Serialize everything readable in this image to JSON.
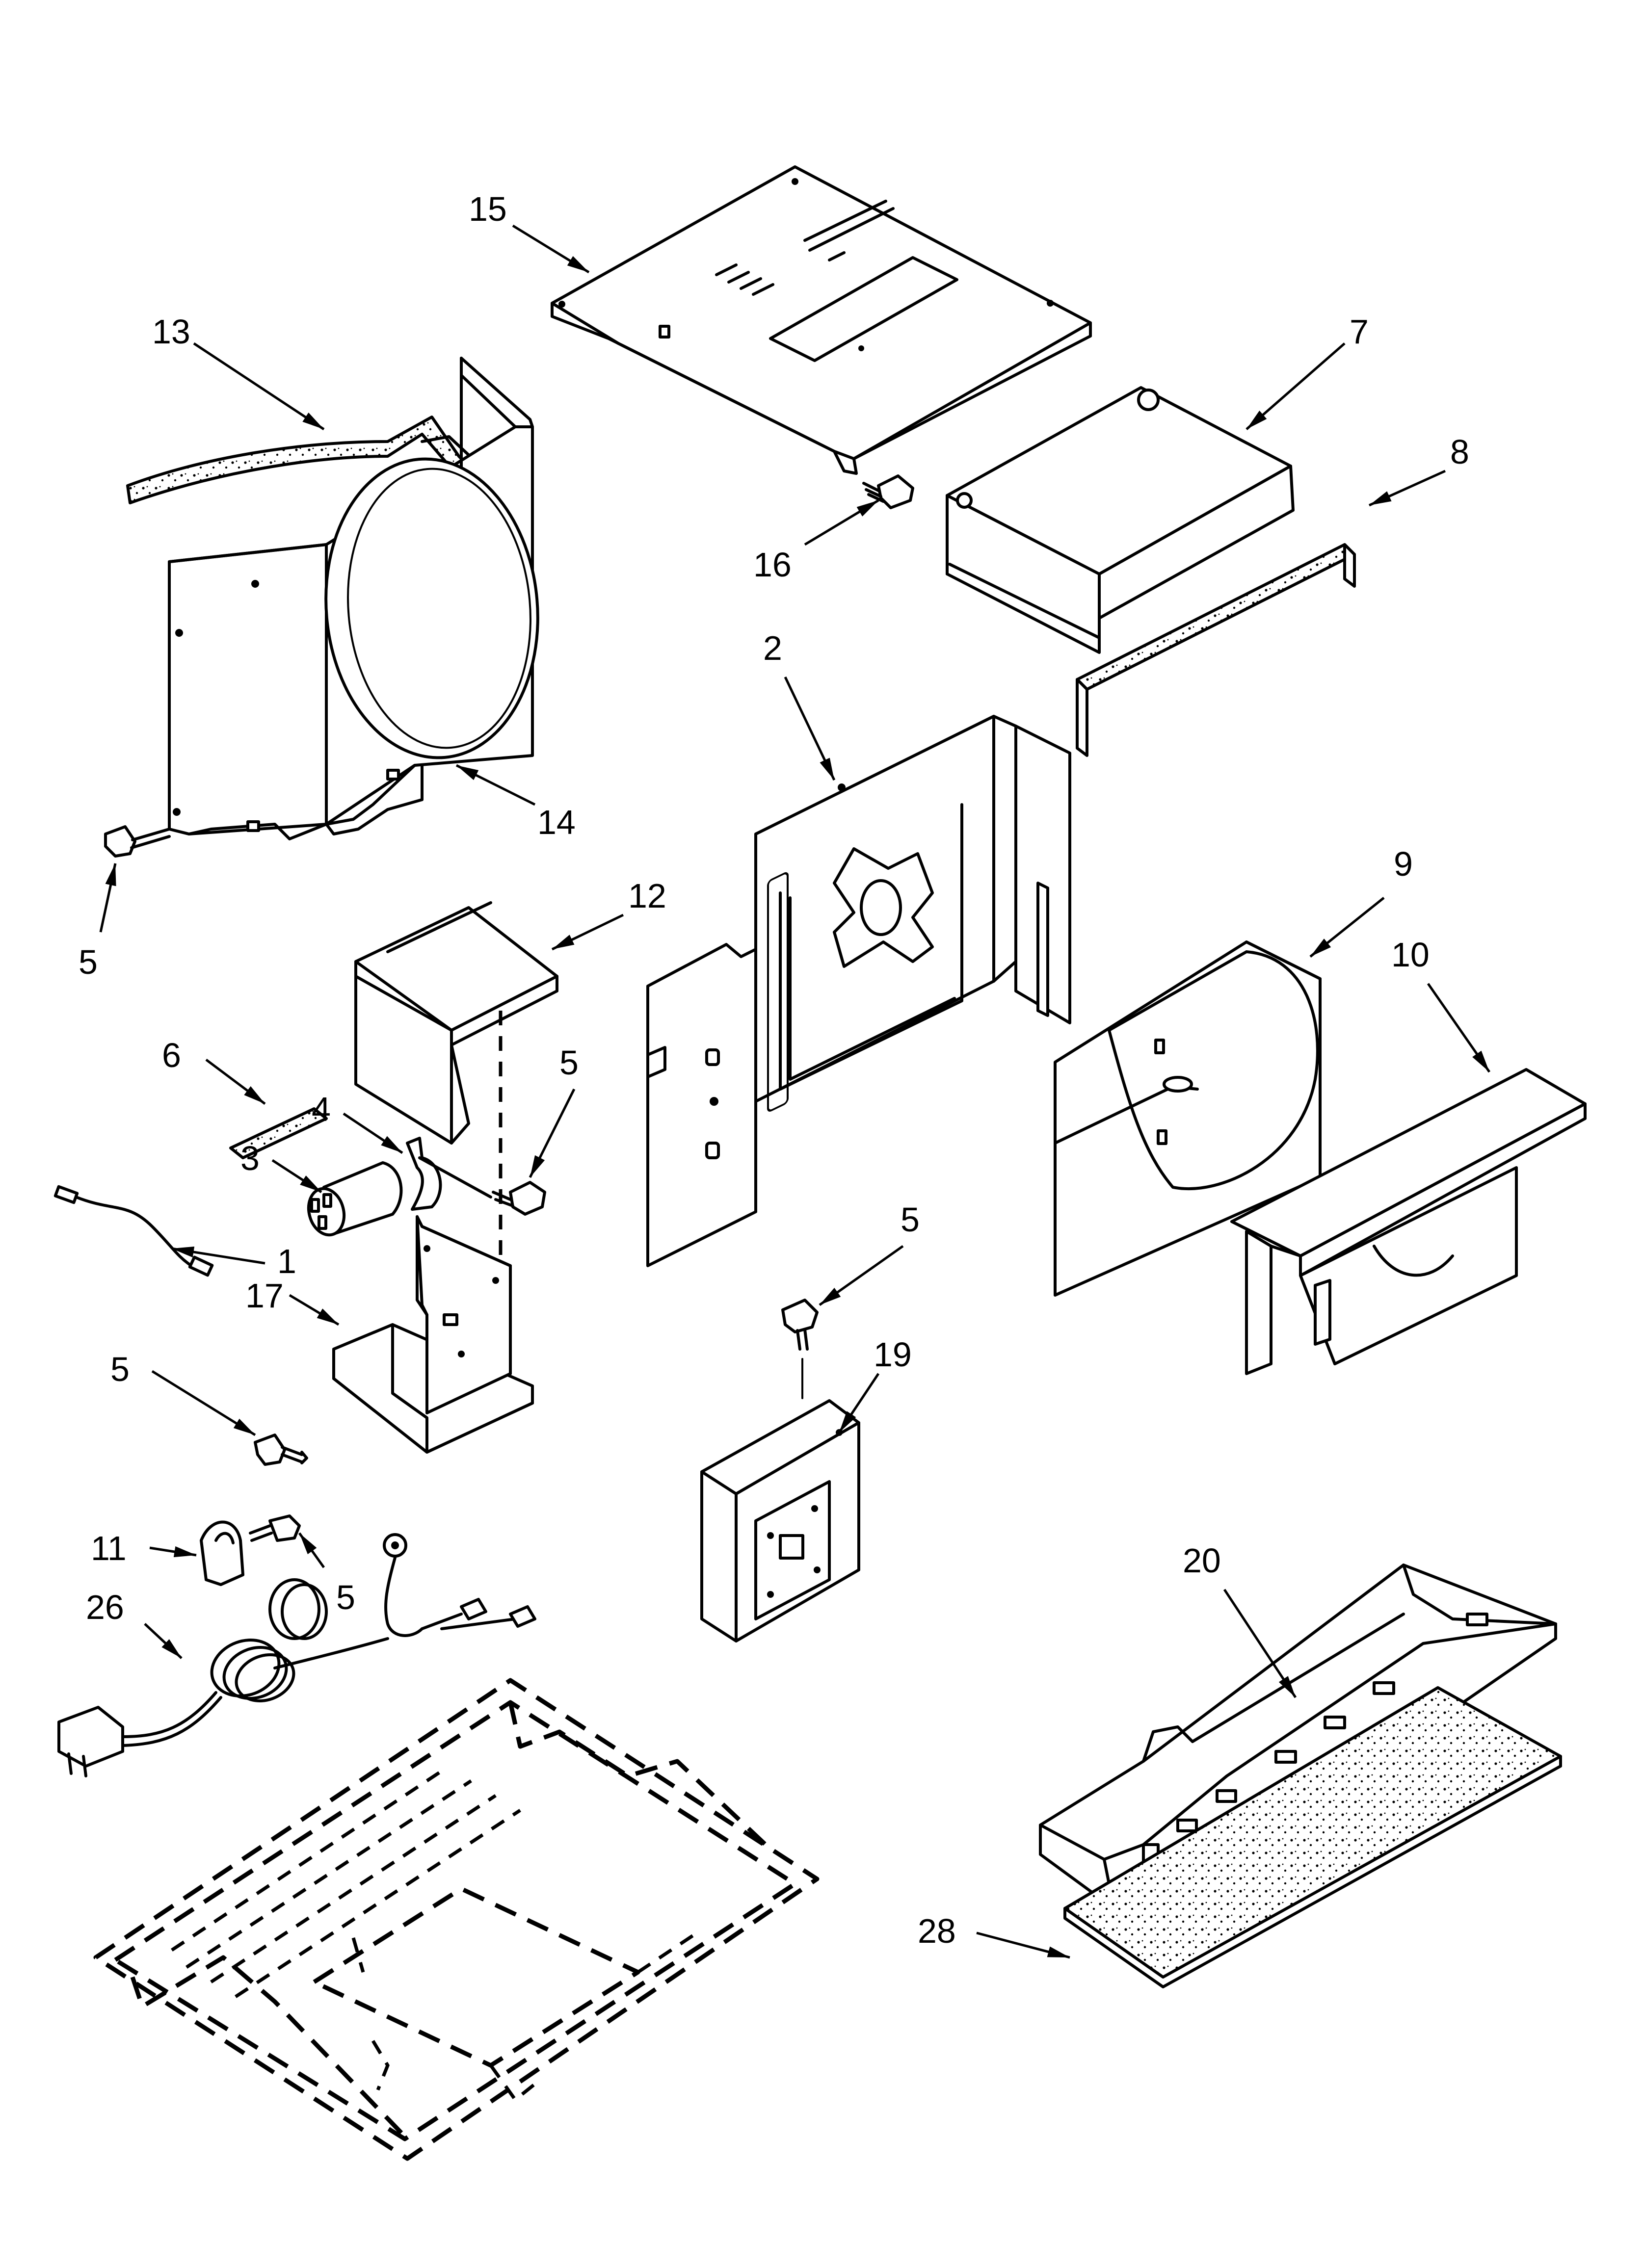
{
  "parts": {
    "p15": "15",
    "p13": "13",
    "p7": "7",
    "p8": "8",
    "p16": "16",
    "p2": "2",
    "p14": "14",
    "p5a": "5",
    "p12": "12",
    "p9": "9",
    "p10": "10",
    "p6": "6",
    "p4": "4",
    "p5b": "5",
    "p3": "3",
    "p1": "1",
    "p17": "17",
    "p5c": "5",
    "p19": "19",
    "p5d": "5",
    "p11": "11",
    "p5e": "5",
    "p26": "26",
    "p20": "20",
    "p28": "28"
  }
}
